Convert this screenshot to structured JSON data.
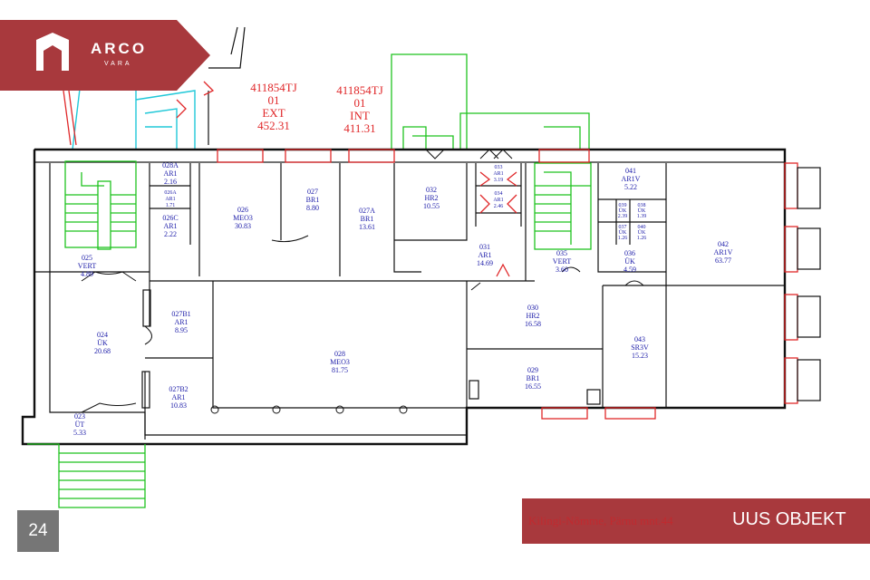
{
  "brand": {
    "name": "ARCO",
    "sub": "VARA",
    "color": "#a8393d"
  },
  "page_number": "24",
  "footer": {
    "subtitle": "Kilingi-Nõmme, Pärnu mnt.44",
    "title": "UUS OBJEKT"
  },
  "plot_labels": [
    {
      "lines": [
        "411854TJ",
        "01",
        "EXT",
        "452.31"
      ]
    },
    {
      "lines": [
        "411854TJ",
        "01",
        "INT",
        "411.31"
      ]
    }
  ],
  "rooms": [
    {
      "id": "028A",
      "type": "AR1",
      "area": "2.16"
    },
    {
      "id": "026A",
      "type": "AR1",
      "area": "1.71"
    },
    {
      "id": "026C",
      "type": "AR1",
      "area": "2.22"
    },
    {
      "id": "026",
      "type": "MEO3",
      "area": "30.83"
    },
    {
      "id": "027",
      "type": "BR1",
      "area": "8.80"
    },
    {
      "id": "027A",
      "type": "BR1",
      "area": "13.61"
    },
    {
      "id": "032",
      "type": "HR2",
      "area": "10.55"
    },
    {
      "id": "033",
      "type": "AR1",
      "area": "3.19"
    },
    {
      "id": "034",
      "type": "AR1",
      "area": "2.46"
    },
    {
      "id": "031",
      "type": "AR1",
      "area": "14.69"
    },
    {
      "id": "035",
      "type": "VERT",
      "area": "3.60"
    },
    {
      "id": "041",
      "type": "AR1V",
      "area": "5.22"
    },
    {
      "id": "039",
      "type": "ÜK",
      "area": "2.39"
    },
    {
      "id": "038",
      "type": "ÜK",
      "area": "1.39"
    },
    {
      "id": "037",
      "type": "ÜK",
      "area": "1.26"
    },
    {
      "id": "040",
      "type": "ÜK",
      "area": "1.26"
    },
    {
      "id": "036",
      "type": "ÜK",
      "area": "4.59"
    },
    {
      "id": "042",
      "type": "AR1V",
      "area": "63.77"
    },
    {
      "id": "025",
      "type": "VERT",
      "area": "4.89"
    },
    {
      "id": "024",
      "type": "ÜK",
      "area": "20.68"
    },
    {
      "id": "027B1",
      "type": "AR1",
      "area": "8.95"
    },
    {
      "id": "028",
      "type": "MEO3",
      "area": "81.75"
    },
    {
      "id": "030",
      "type": "HR2",
      "area": "16.58"
    },
    {
      "id": "043",
      "type": "SR3V",
      "area": "15.23"
    },
    {
      "id": "029",
      "type": "BR1",
      "area": "16.55"
    },
    {
      "id": "027B2",
      "type": "AR1",
      "area": "10.83"
    },
    {
      "id": "023",
      "type": "ÜT",
      "area": "5.33"
    }
  ],
  "colors": {
    "wall": "#111111",
    "window": "#e0282a",
    "stairs": "#1fc21f",
    "neighbour": "#20c8d8",
    "room_text": "#1a1aa8"
  }
}
